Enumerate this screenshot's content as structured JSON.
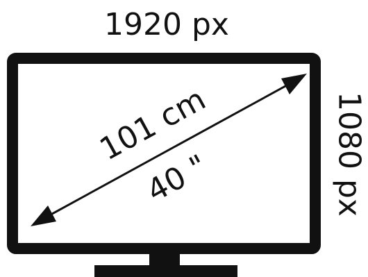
{
  "labels": {
    "width": "1920 px",
    "height": "1080 px",
    "diagonal_cm": "101 cm",
    "diagonal_inch": "40 \""
  },
  "colors": {
    "ink": "#111111",
    "background": "#ffffff"
  },
  "icons": {
    "monitor": "monitor-outline-icon",
    "arrow": "double-headed-arrow-icon"
  }
}
